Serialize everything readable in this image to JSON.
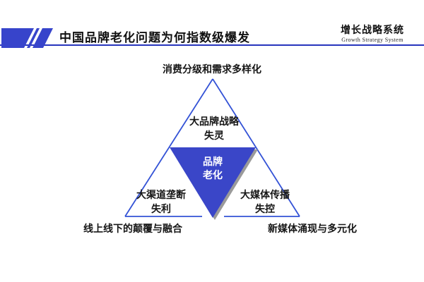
{
  "slide": {
    "title": "中国品牌老化问题为何指数级爆发",
    "brand": {
      "name_cn": "增长战略系统",
      "name_en": "Growth Strategy System"
    },
    "colors": {
      "accent_fill_blue": "#3a46c8",
      "outline_blue": "#3352d6",
      "header_line_blue": "#2735bd",
      "shadow_gray": "#9a9a9a"
    }
  },
  "diagram": {
    "top_outer_label": "消费分级和需求多样化",
    "bottom_left_outer_label": "线上线下的颠覆与融合",
    "bottom_right_outer_label": "新媒体涌现与多元化",
    "top_cell": {
      "line1": "大品牌战略",
      "line2": "失灵"
    },
    "center_cell": {
      "line1": "品牌",
      "line2": "老化"
    },
    "left_cell": {
      "line1": "大渠道垄断",
      "line2": "失利"
    },
    "right_cell": {
      "line1": "大媒体传播",
      "line2": "失控"
    }
  }
}
